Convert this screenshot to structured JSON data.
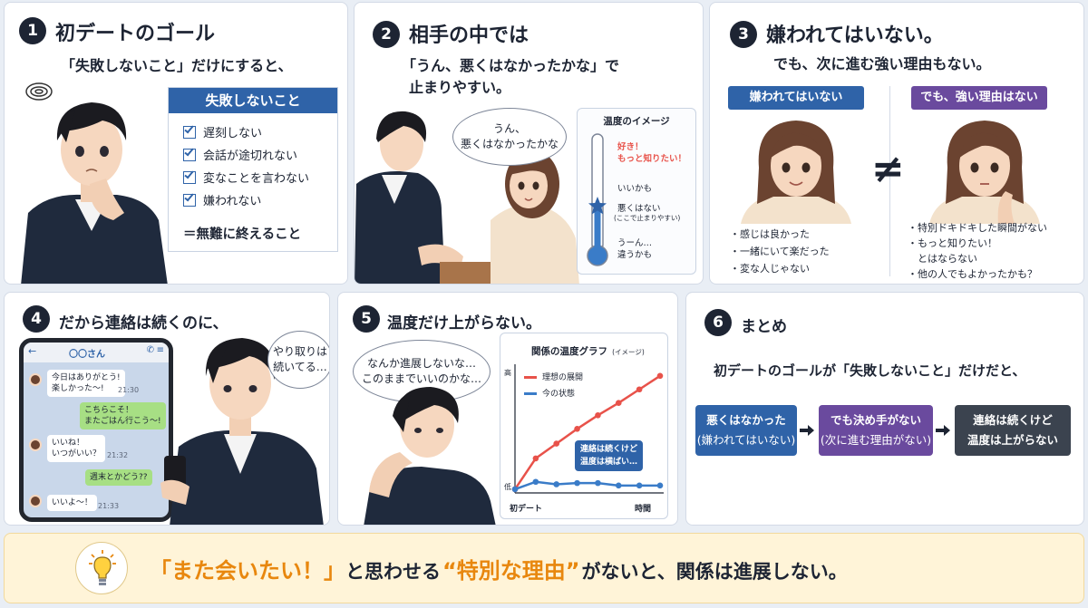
{
  "panel1": {
    "number": "1",
    "title": "初デートのゴール",
    "subtitle": "「失敗しないこと」だけにすると、",
    "checklist_title": "失敗しないこと",
    "checklist": [
      "遅刻しない",
      "会話が途切れない",
      "変なことを言わない",
      "嫌われない"
    ],
    "conclusion": "＝無難に終えること"
  },
  "panel2": {
    "number": "2",
    "title": "相手の中では",
    "subtitle_line1": "「うん、悪くはなかったかな」で",
    "subtitle_line2": "止まりやすい。",
    "bubble_line1": "うん、",
    "bubble_line2": "悪くはなかったかな",
    "thermo_title": "温度のイメージ",
    "thermo_top_line1": "好き！",
    "thermo_top_line2": "もっと知りたい！",
    "thermo_mid": "いいかも",
    "thermo_star_line1": "悪くはない",
    "thermo_star_line2": "(ここで止まりやすい)",
    "thermo_low_line1": "うーん…",
    "thermo_low_line2": "違うかも",
    "thermo_level": 0.42
  },
  "panel3": {
    "number": "3",
    "title": "嫌われてはいない。",
    "subtitle": "でも、次に進む強い理由もない。",
    "left_tag": "嫌われてはいない",
    "right_tag": "でも、強い理由はない",
    "not_equal": "≠",
    "left_bullets": [
      "・感じは良かった",
      "・一緒にいて楽だった",
      "・変な人じゃない"
    ],
    "right_bullets": [
      "・特別ドキドキした瞬間がない",
      "・もっと知りたい！",
      "　とはならない",
      "・他の人でもよかったかも？"
    ]
  },
  "panel4": {
    "number": "4",
    "title": "だから連絡は続くのに、",
    "chat_name": "〇〇さん",
    "messages": [
      {
        "line1": "今日はありがとう!",
        "line2": "楽しかった〜!",
        "time": "21:30"
      },
      {
        "line1": "こちらこそ！",
        "line2": "またごはん行こう〜!",
        "time": ""
      },
      {
        "line1": "いいね！",
        "line2": "いつがいい？",
        "time": "21:32"
      },
      {
        "line1": "週末とかどう??",
        "line2": "",
        "time": ""
      },
      {
        "line1": "いいよ〜！",
        "line2": "",
        "time": "21:33"
      }
    ],
    "bubble_line1": "やり取りは",
    "bubble_line2": "続いてる…"
  },
  "panel5": {
    "number": "5",
    "title": "温度だけ上がらない。",
    "bubble_line1": "なんか進展しないな…",
    "bubble_line2": "このままでいいのかな…",
    "callout_line1": "連絡は続くけど",
    "callout_line2": "温度は横ばい…"
  },
  "chart_data": {
    "type": "line",
    "title": "関係の温度グラフ",
    "subtitle": "(イメージ)",
    "ylabel_high": "高",
    "ylabel_low": "低",
    "xlabel_start": "初デート",
    "xlabel_end": "時間",
    "x": [
      0,
      1,
      2,
      3,
      4,
      5,
      6,
      7
    ],
    "ylim": [
      0,
      10
    ],
    "series": [
      {
        "name": "理想の展開",
        "color": "#e8524a",
        "values": [
          0.3,
          2.8,
          4.0,
          5.2,
          6.3,
          7.3,
          8.4,
          9.5
        ]
      },
      {
        "name": "今の状態",
        "color": "#3a7cc8",
        "values": [
          0.3,
          0.9,
          0.7,
          0.8,
          0.8,
          0.6,
          0.6,
          0.6
        ]
      }
    ]
  },
  "panel6": {
    "number": "6",
    "title": "まとめ",
    "subtitle": "初デートのゴールが「失敗しないこと」だけだと、",
    "flow": [
      {
        "line1": "悪くはなかった",
        "line2": "(嫌われてはいない)",
        "color": "#2f63a8"
      },
      {
        "line1": "でも決め手がない",
        "line2": "(次に進む理由がない)",
        "color": "#6a4a9e"
      },
      {
        "line1": "連絡は続くけど",
        "line2": "温度は上がらない",
        "color": "#3b434f"
      }
    ]
  },
  "banner": {
    "part1": "「また会いたい！」",
    "part2": "と思わせる",
    "part3": "“特別な理由”",
    "part4": "がないと、関係は進展しない。",
    "accent": "#e8870e",
    "icon": "lightbulb-icon"
  }
}
